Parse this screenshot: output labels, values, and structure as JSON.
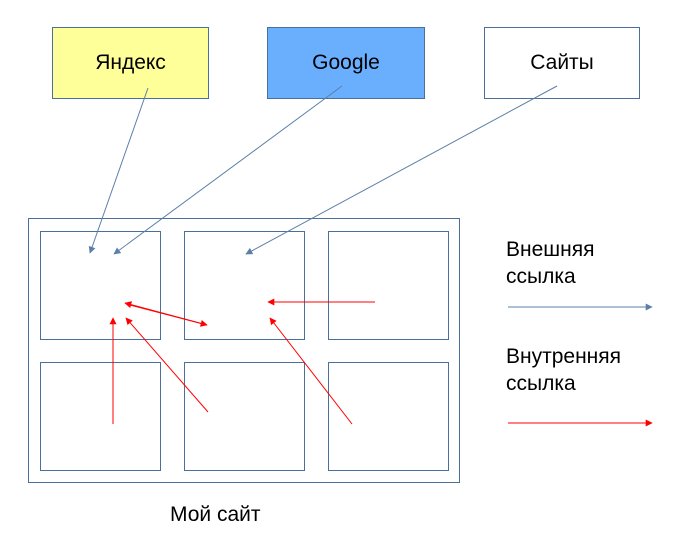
{
  "sources": {
    "yandex": {
      "label": "Яндекс",
      "color": "#ffff99"
    },
    "google": {
      "label": "Google",
      "color": "#6aaefe"
    },
    "sites": {
      "label": "Сайты",
      "color": "#ffffff"
    }
  },
  "site": {
    "caption": "Мой сайт",
    "page_count": 6
  },
  "legend": {
    "external": {
      "label_line1": "Внешняя",
      "label_line2": "ссылка",
      "color": "#5b80a8"
    },
    "internal": {
      "label_line1": "Внутренняя",
      "label_line2": "ссылка",
      "color": "#ff0000"
    }
  }
}
